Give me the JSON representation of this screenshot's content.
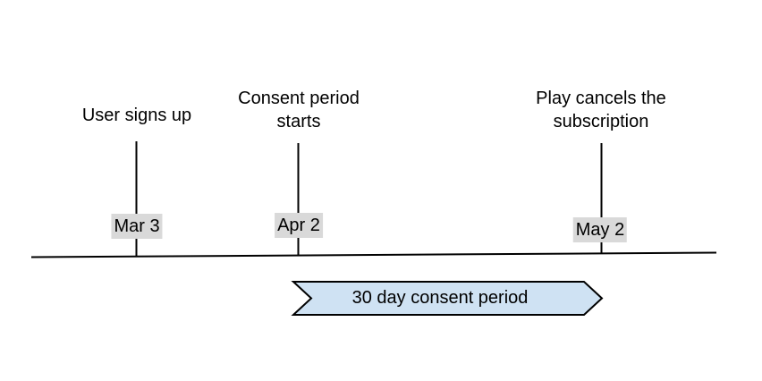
{
  "events": [
    {
      "title": "User signs up",
      "date": "Mar 3"
    },
    {
      "title": "Consent period starts",
      "date": "Apr 2"
    },
    {
      "title": "Play cancels the subscription",
      "date": "May 2"
    }
  ],
  "banner": {
    "label": "30 day consent period",
    "fill": "#cfe2f3",
    "border": "#000000"
  },
  "colors": {
    "background": "#ffffff",
    "text": "#000000",
    "date_label_bg": "#d9d9d9",
    "line": "#000000"
  }
}
